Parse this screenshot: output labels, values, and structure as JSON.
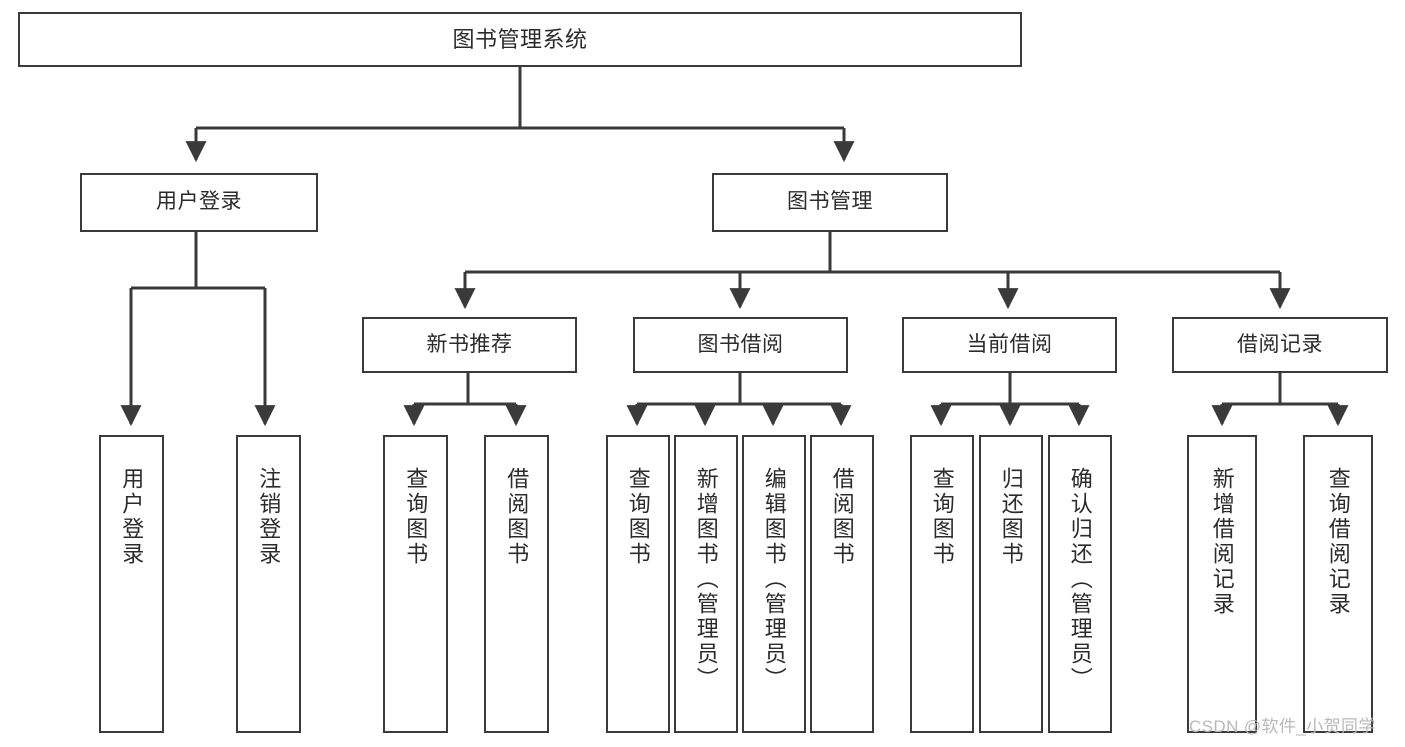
{
  "diagram": {
    "title": "图书管理系统",
    "type": "hierarchy-tree",
    "levels": 4,
    "colors": {
      "box_border": "#3a3a3a",
      "box_fill": "#ffffff",
      "line": "#3a3a3a",
      "text": "#2b2b2b",
      "watermark": "#b9b9b9",
      "background": "#ffffff"
    },
    "root": {
      "label": "图书管理系统"
    },
    "level2": [
      {
        "label": "用户登录"
      },
      {
        "label": "图书管理"
      }
    ],
    "level3": [
      {
        "label": "新书推荐"
      },
      {
        "label": "图书借阅"
      },
      {
        "label": "当前借阅"
      },
      {
        "label": "借阅记录"
      }
    ],
    "leaves": {
      "user_login": [
        {
          "label": "用户登录"
        },
        {
          "label": "注销登录"
        }
      ],
      "new_book_recommend": [
        {
          "label": "查询图书"
        },
        {
          "label": "借阅图书"
        }
      ],
      "book_borrow": [
        {
          "label": "查询图书"
        },
        {
          "label": "新增图书（管理员）"
        },
        {
          "label": "编辑图书（管理员）"
        },
        {
          "label": "借阅图书"
        }
      ],
      "current_borrow": [
        {
          "label": "查询图书"
        },
        {
          "label": "归还图书"
        },
        {
          "label": "确认归还（管理员）"
        }
      ],
      "borrow_record": [
        {
          "label": "新增借阅记录"
        },
        {
          "label": "查询借阅记录"
        }
      ]
    }
  },
  "watermark": {
    "text": "CSDN @软件_小贺同学"
  }
}
